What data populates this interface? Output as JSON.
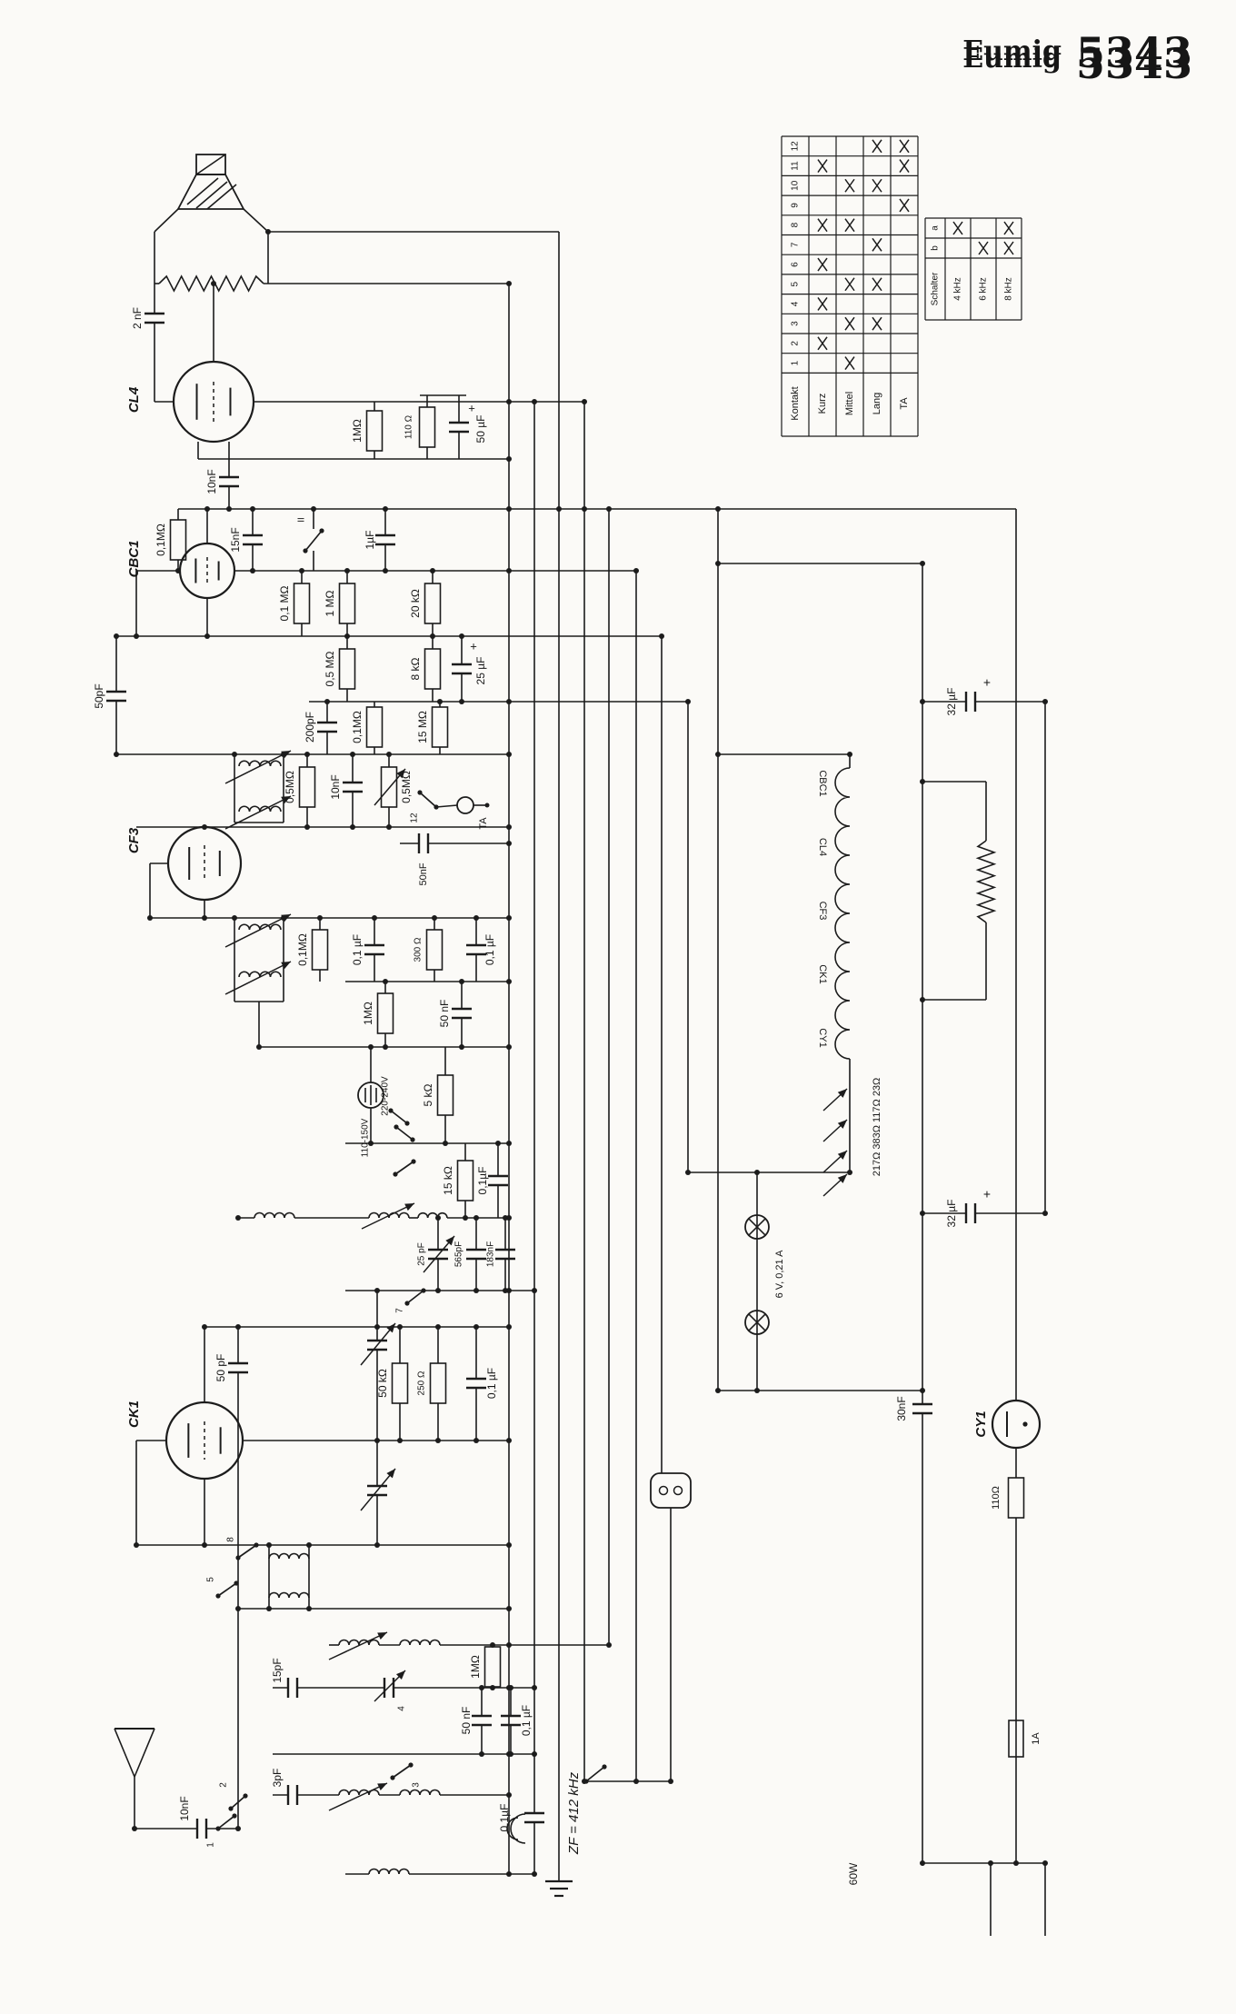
{
  "title": {
    "brand": "Eumig",
    "model": "5343"
  },
  "labels": [
    "Eumig",
    "5343",
    "2 nF",
    "CL4",
    "10nF",
    "0,1MΩ",
    "15nF",
    "II",
    "1µF",
    "1MΩ",
    "110 Ω",
    "50 µF",
    "+",
    "CBC1",
    "0,1 MΩ",
    "1 MΩ",
    "20 kΩ",
    "0,5 MΩ",
    "8 kΩ",
    "25 µF",
    "+",
    "15 MΩ",
    "0,1MΩ",
    "200pF",
    "50pF",
    "0,5MΩ",
    "10nF",
    "0,5MΩ",
    "12",
    "TA",
    "50nF",
    "CF3",
    "0,1MΩ",
    "0,1 µF",
    "300 Ω",
    "0,1 µF",
    "1MΩ",
    "50 nF",
    "220-240V",
    "110-150V",
    "5 kΩ",
    "15 kΩ",
    "0,1µF",
    "25 pF",
    "565pF",
    "183nF",
    "7",
    "50 pF",
    "CK1",
    "50 kΩ",
    "250 Ω",
    "0,1 µF",
    "8",
    "5",
    "1MΩ",
    "15pF",
    "4",
    "50 nF",
    "0,1 µF",
    "3",
    "3pF",
    "2",
    "1",
    "10nF",
    "ZF = 412 kHz",
    "0,1µF",
    "CBC1",
    "CL4",
    "CF3",
    "CK1",
    "CY1",
    "217Ω 383Ω 117Ω 23Ω",
    "32 µF",
    "+",
    "32 µF",
    "+",
    "6 V, 0,21 A",
    "30nF",
    "CY1",
    "110Ω",
    "1A",
    "60W"
  ],
  "kontakt_table": {
    "col_labels": [
      "Kontakt",
      "Kurz",
      "Mittel",
      "Lang",
      "TA"
    ],
    "contacts": [
      "1",
      "2",
      "3",
      "4",
      "5",
      "6",
      "7",
      "8",
      "9",
      "10",
      "11",
      "12"
    ],
    "marks": [
      [
        0,
        1,
        0,
        0
      ],
      [
        1,
        0,
        0,
        0
      ],
      [
        0,
        1,
        1,
        0
      ],
      [
        1,
        0,
        0,
        0
      ],
      [
        0,
        1,
        1,
        0
      ],
      [
        1,
        0,
        0,
        0
      ],
      [
        0,
        0,
        1,
        0
      ],
      [
        1,
        1,
        0,
        0
      ],
      [
        0,
        0,
        0,
        1
      ],
      [
        0,
        1,
        1,
        0
      ],
      [
        1,
        0,
        0,
        1
      ],
      [
        0,
        0,
        1,
        1
      ]
    ]
  },
  "schalter_table": {
    "header": "Schalter",
    "row_labels": [
      "a",
      "b"
    ],
    "col_labels": [
      "4 kHz",
      "6 kHz",
      "8 kHz"
    ],
    "marks": [
      [
        1,
        0,
        1
      ],
      [
        0,
        1,
        1
      ]
    ]
  }
}
